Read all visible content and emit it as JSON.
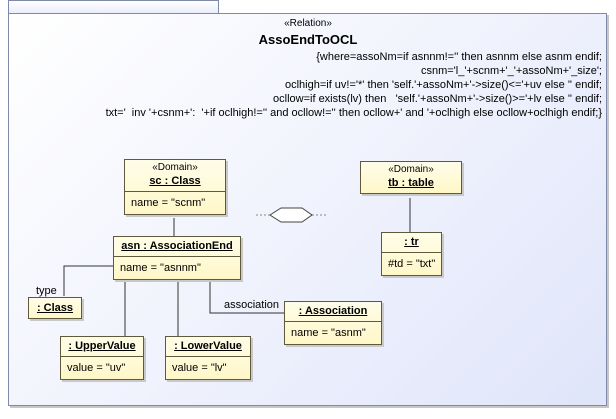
{
  "relation": {
    "stereotype": "«Relation»",
    "name": "AssoEndToOCL",
    "expression": [
      "{where=assoNm=if asnnm!='' then asnnm else asnm endif;",
      "csnm='l_'+scnm+'_'+assoNm+'_size';",
      "oclhigh=if uv!='*' then 'self.'+assoNm+'->size()<='+uv else '' endif;",
      "ocllow=if exists(lv) then   'self.'+assoNm+'->size()>='+lv else '' endif;",
      "txt='  inv '+csnm+':  '+if oclhigh!='' and ocllow!='' then ocllow+' and '+oclhigh else ocllow+oclhigh endif;}"
    ]
  },
  "domain_sc": {
    "stereotype": "«Domain»",
    "name": "sc : Class",
    "attr": "name = \"scnm\""
  },
  "domain_tb": {
    "stereotype": "«Domain»",
    "name": "tb : table"
  },
  "asn": {
    "name": "asn : AssociationEnd",
    "attr": "name = \"asnnm\""
  },
  "tr": {
    "name": ": tr",
    "attr": "#td = \"txt\""
  },
  "class_node": {
    "name": ": Class"
  },
  "association_node": {
    "name": ": Association",
    "attr": "name = \"asnm\""
  },
  "upper": {
    "name": ": UpperValue",
    "attr": "value = \"uv\""
  },
  "lower": {
    "name": ": LowerValue",
    "attr": "value = \"lv\""
  },
  "edge_labels": {
    "type": "type",
    "association": "association"
  },
  "colors": {
    "frame_border": "#7f8aa8",
    "node_fill": "#fff7c8",
    "node_border": "#5f5a3c"
  }
}
